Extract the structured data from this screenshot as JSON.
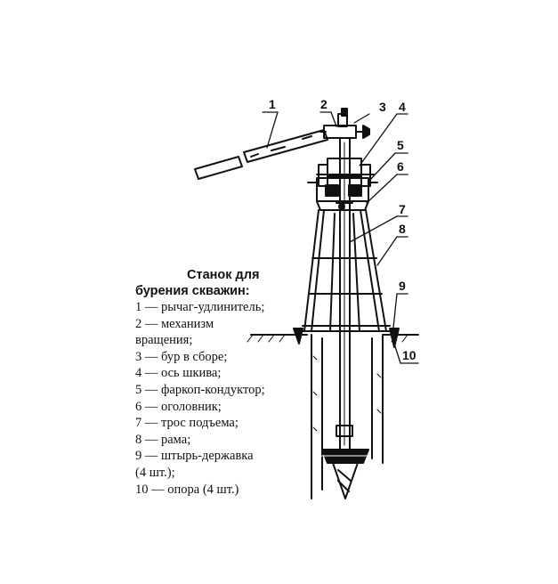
{
  "callouts": [
    "1",
    "2",
    "3",
    "4",
    "5",
    "6",
    "7",
    "8",
    "9",
    "10"
  ],
  "caption": {
    "title_line1": "Станок для",
    "title_line2": "бурения скважин:",
    "legend": [
      "1 — рычаг-удлинитель;",
      "2 — механизм",
      "вращения;",
      "3 — бур в сборе;",
      "4 — ось шкива;",
      "5 — фаркоп-кондуктор;",
      "6 — оголовник;",
      "7 — трос подъема;",
      "8 — рама;",
      "9 — штырь-державка",
      "(4 шт.);",
      "10 — опора (4 шт.)"
    ]
  }
}
